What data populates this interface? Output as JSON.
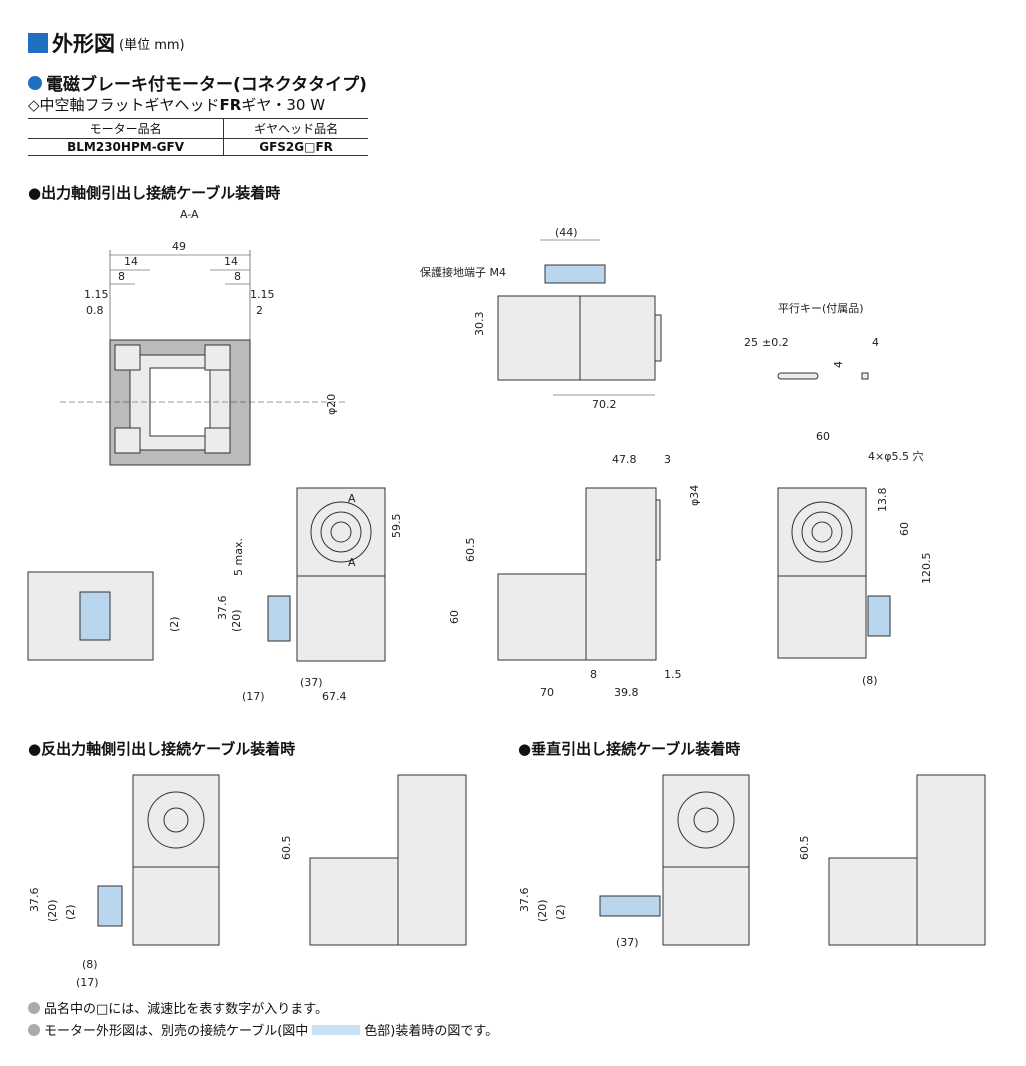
{
  "header": {
    "title": "外形図",
    "unit": "(単位 mm)",
    "subtitle": "電磁ブレーキ付モーター(コネクタタイプ)",
    "gear_prefix": "◇中空軸フラットギヤヘッド",
    "gear_bold": "FR",
    "gear_suffix": "ギヤ・30 W"
  },
  "table": {
    "headers": [
      "モーター品名",
      "ギヤヘッド品名"
    ],
    "row": [
      "BLM230HPM-GFV",
      "GFS2G□FR"
    ]
  },
  "sections": {
    "s1": "●出力軸側引出し接続ケーブル装着時",
    "s2": "●反出力軸側引出し接続ケーブル装着時",
    "s3": "●垂直引出し接続ケーブル装着時"
  },
  "labels": {
    "aa": "A-A",
    "terminal": "保護接地端子 M4",
    "key_title": "平行キー(付属品)",
    "hole": "4×φ5.5 穴",
    "a": "A"
  },
  "dims": {
    "d49": "49",
    "d14a": "14",
    "d14b": "14",
    "d8a": "8",
    "d8b": "8",
    "d115a": "1.15",
    "d08": "0.8",
    "d115b": "1.15",
    "d2": "2",
    "d44": "(44)",
    "d303": "30.3",
    "d702": "70.2",
    "d25": "25",
    "d25tol": "±0.2",
    "d4a": "4",
    "d4b": "4",
    "d20": "φ20",
    "d478": "47.8",
    "d3": "3",
    "d605": "60.5",
    "d60a": "60",
    "d70": "70",
    "d398": "39.8",
    "d8c": "8",
    "d15": "1.5",
    "d34": "φ34",
    "d60b": "60",
    "d138": "13.8",
    "d60c": "60",
    "d1205": "120.5",
    "d8d": "(8)",
    "d595": "59.5",
    "d5max": "5 max.",
    "d376": "37.6",
    "d20p": "(20)",
    "d2p": "(2)",
    "d17": "(17)",
    "d37": "(37)",
    "d674": "67.4",
    "d376b": "37.6",
    "d20pb": "(20)",
    "d2pb": "(2)",
    "d8pb": "(8)",
    "d17pb": "(17)",
    "d605b": "60.5",
    "d376c": "37.6",
    "d20pc": "(20)",
    "d2pc": "(2)",
    "d37c": "(37)",
    "d605c": "60.5"
  },
  "notes": {
    "n1": "品名中の□には、減速比を表す数字が入ります。",
    "n2a": "モーター外形図は、別売の接続ケーブル(図中",
    "n2b": "色部)装着時の図です。"
  },
  "colors": {
    "accent": "#1e6fc0",
    "cable": "#b9d6ee",
    "body": "#ececec",
    "note_dot": "#aaaaaa"
  }
}
